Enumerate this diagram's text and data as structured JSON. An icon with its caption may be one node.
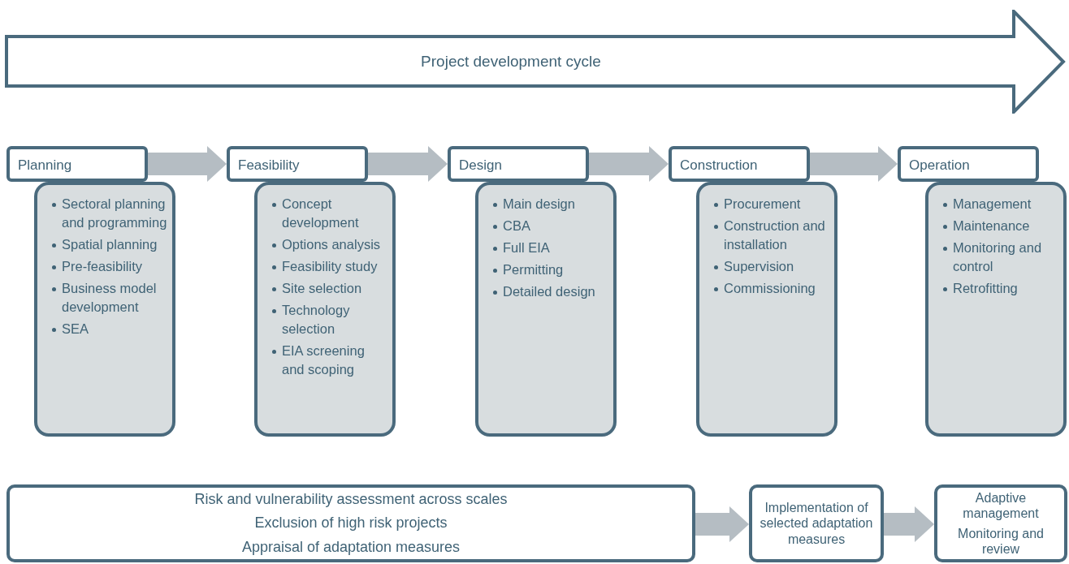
{
  "diagram": {
    "nodes": [
      {
        "text": [
          "Project development cycle"
        ]
      },
      {
        "text": [
          "Planning"
        ]
      },
      {
        "text": [
          "Sectoral planning and programming",
          "Spatial planning",
          "Pre-feasibility",
          "Business model development",
          "SEA"
        ]
      },
      {
        "text": [
          "Feasibility"
        ]
      },
      {
        "text": [
          "Concept development",
          "Options analysis",
          "Feasibility study",
          "Site selection",
          "Technology selection",
          "EIA screening and scoping"
        ]
      },
      {
        "text": [
          "Design"
        ]
      },
      {
        "text": [
          "Main design",
          "CBA",
          "Full EIA",
          "Permitting",
          "Detailed design"
        ]
      },
      {
        "text": [
          "Construction"
        ]
      },
      {
        "text": [
          "Procurement",
          "Construction and installation",
          "Supervision",
          "Commissioning"
        ]
      },
      {
        "text": [
          "Operation"
        ]
      },
      {
        "text": [
          "Management",
          "Maintenance",
          "Monitoring and control",
          "Retrofitting"
        ]
      },
      {
        "text": [
          "Risk and vulnerability assessment across scales",
          "Exclusion of high risk projects",
          "Appraisal of adaptation measures"
        ]
      },
      {
        "text": [
          "Implementation of selected adaptation measures"
        ]
      },
      {
        "text": [
          "Adaptive management",
          "Monitoring and review"
        ]
      }
    ],
    "edges": [
      {
        "from": 1,
        "to": 3,
        "arrow": "to"
      },
      {
        "from": 3,
        "to": 5,
        "arrow": "to"
      },
      {
        "from": 5,
        "to": 7,
        "arrow": "to"
      },
      {
        "from": 7,
        "to": 9,
        "arrow": "to"
      },
      {
        "from": 11,
        "to": 12,
        "arrow": "to"
      },
      {
        "from": 12,
        "to": 13,
        "arrow": "to"
      }
    ]
  }
}
